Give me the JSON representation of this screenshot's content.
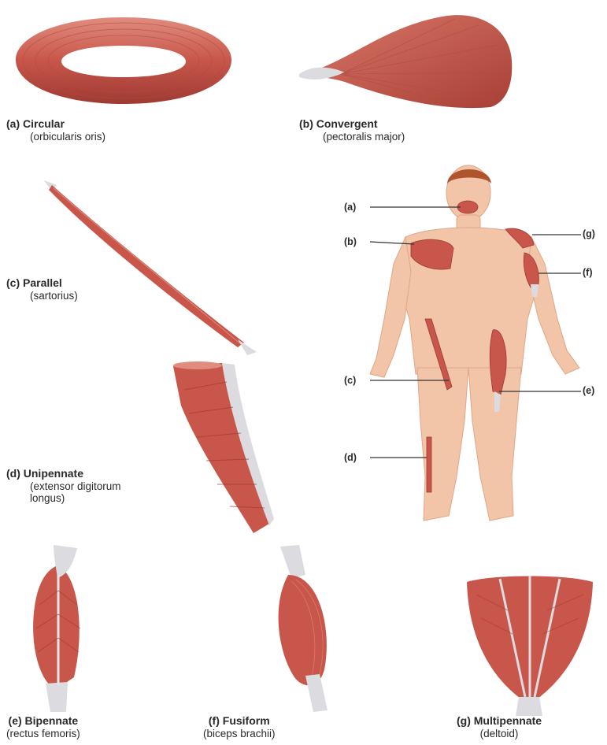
{
  "colors": {
    "muscle": "#c8564a",
    "muscle_dark": "#9e3a33",
    "muscle_light": "#e08c7e",
    "tendon": "#d8d8dc",
    "skin": "#f2c4a8",
    "skin_shade": "#e0a688",
    "hair": "#b0542e"
  },
  "captions": [
    {
      "id": "a",
      "title": "(a) Circular",
      "subtitle": "(orbicularis oris)"
    },
    {
      "id": "b",
      "title": "(b) Convergent",
      "subtitle": "(pectoralis major)"
    },
    {
      "id": "c",
      "title": "(c) Parallel",
      "subtitle": "(sartorius)"
    },
    {
      "id": "d",
      "title": "(d) Unipennate",
      "subtitle": "(extensor digitorum\nlongus)"
    },
    {
      "id": "e",
      "title": "(e) Bipennate",
      "subtitle": "(rectus femoris)"
    },
    {
      "id": "f",
      "title": "(f) Fusiform",
      "subtitle": "(biceps brachii)"
    },
    {
      "id": "g",
      "title": "(g) Multipennate",
      "subtitle": "(deltoid)"
    }
  ],
  "body_callouts": [
    "(a)",
    "(b)",
    "(g)",
    "(f)",
    "(c)",
    "(e)",
    "(d)"
  ]
}
